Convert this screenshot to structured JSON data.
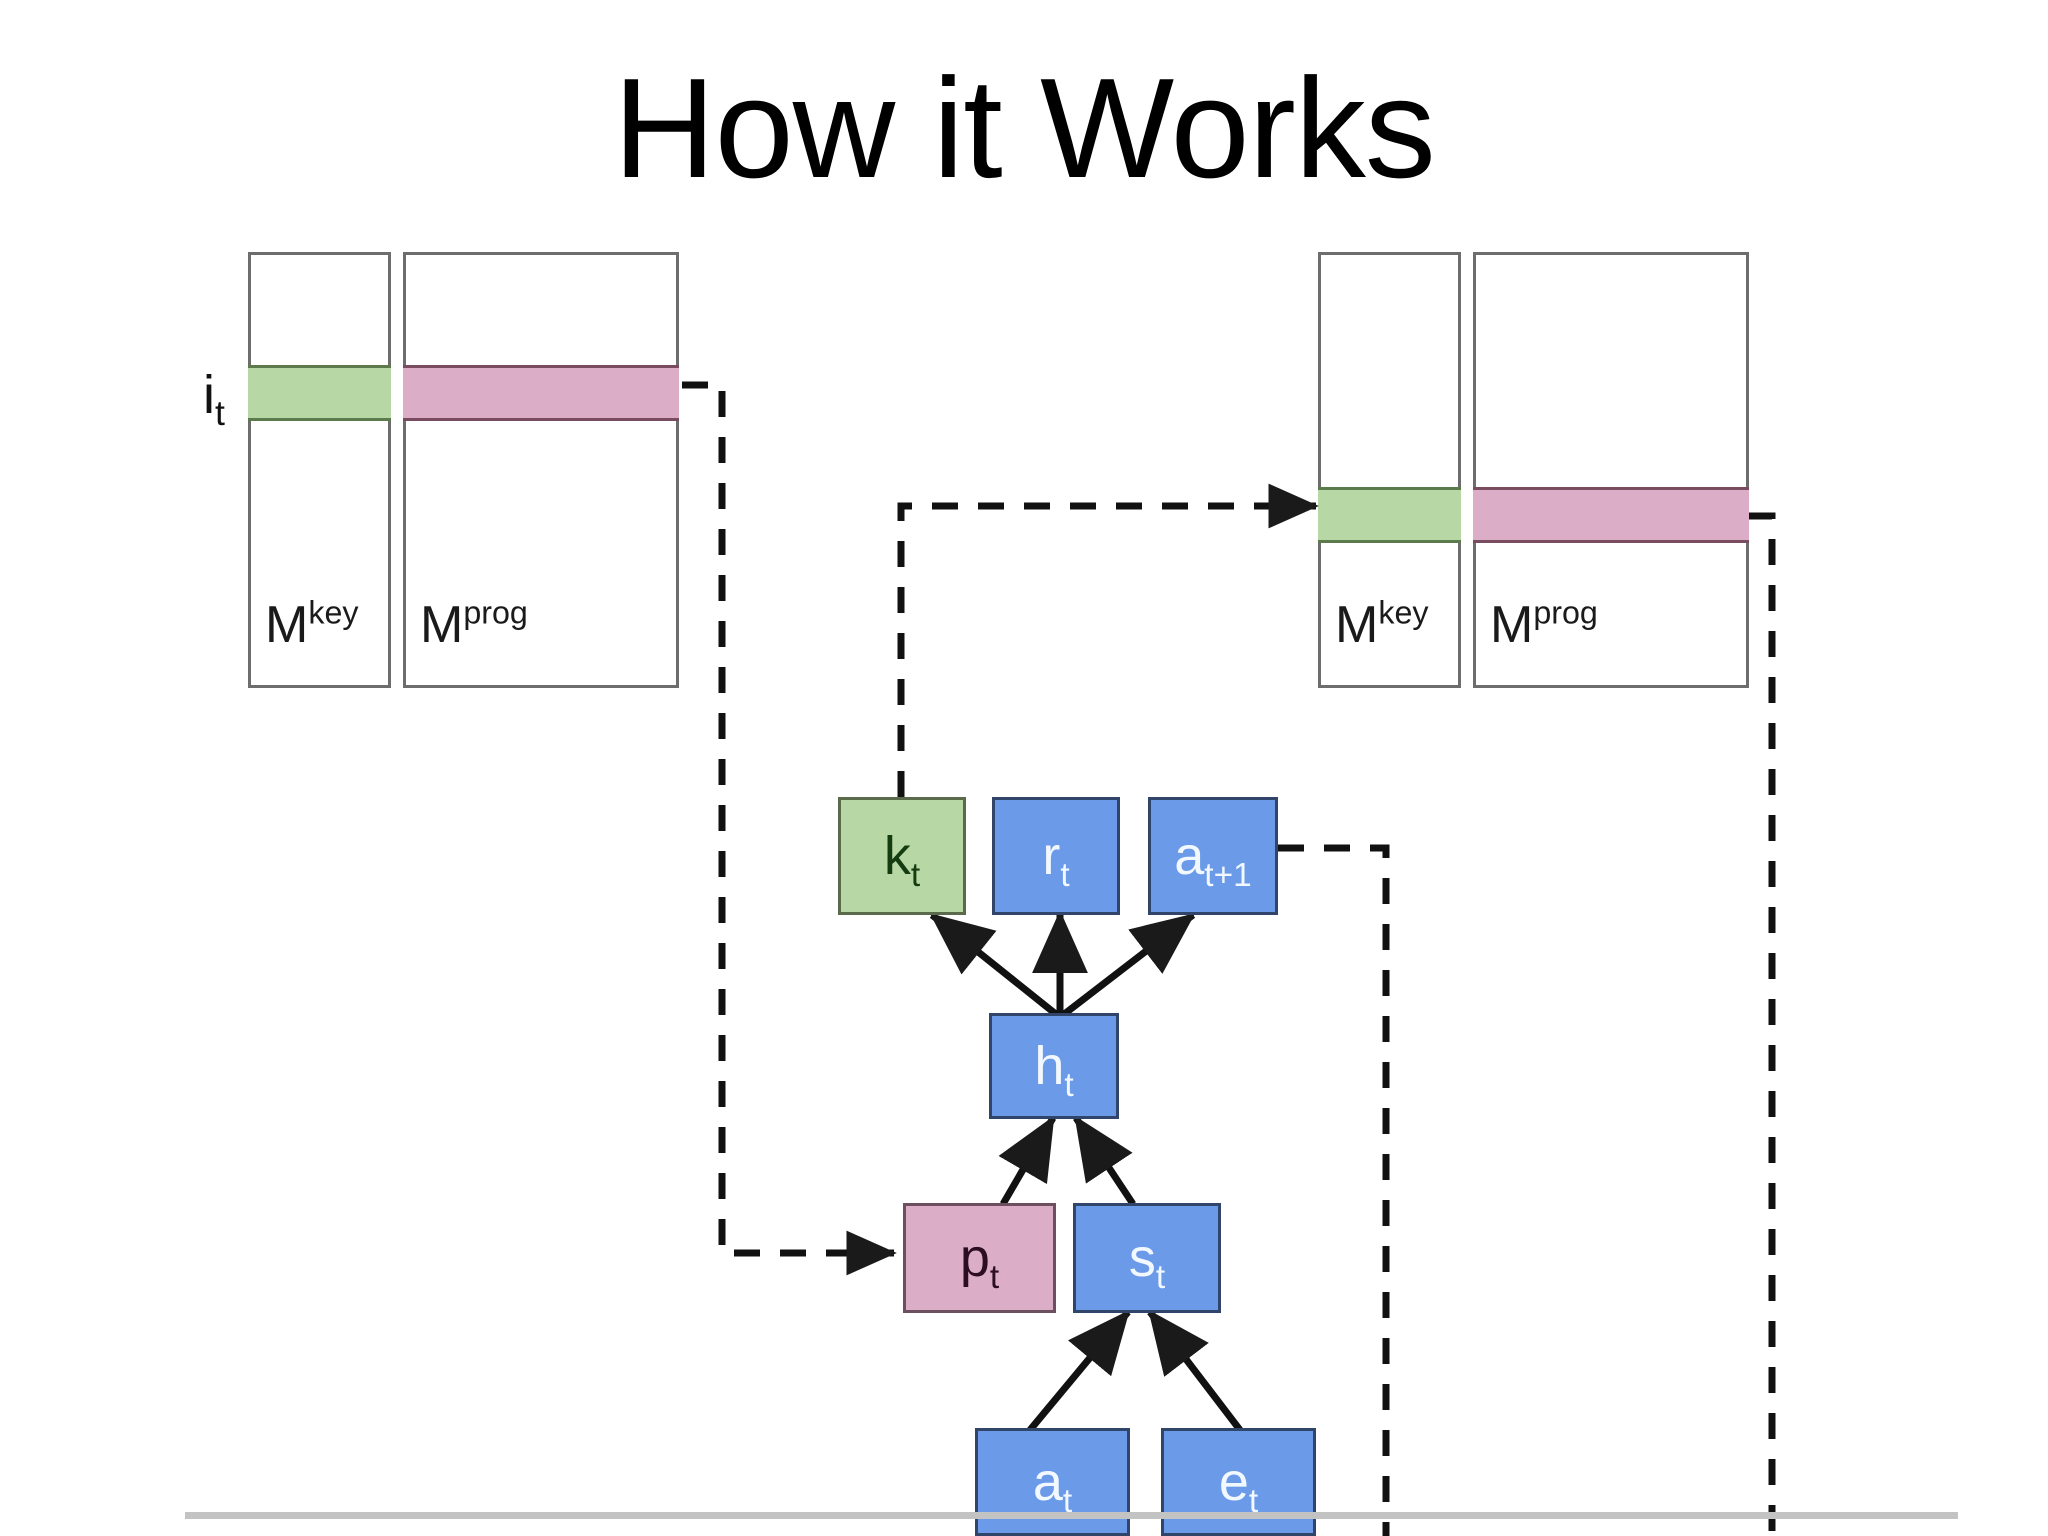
{
  "slide": {
    "title": "How it Works",
    "background_color": "#ffffff"
  },
  "colors": {
    "green_fill": "#b7d7a4",
    "green_stroke": "#5d7a4c",
    "pink_fill": "#dcadc6",
    "pink_stroke": "#7a4c60",
    "blue_fill": "#6b9ae8",
    "blue_stroke": "#31456b",
    "memory_border": "#6d6d6d",
    "arrow": "#1a1a1a",
    "baseline_rule": "#c3c3c3"
  },
  "memory_left": {
    "index_label": "i",
    "index_subscript": "t",
    "key_label": "M",
    "key_superscript": "key",
    "prog_label": "M",
    "prog_superscript": "prog",
    "key_band_color": "green",
    "prog_band_color": "pink"
  },
  "memory_right": {
    "key_label": "M",
    "key_superscript": "key",
    "prog_label": "M",
    "prog_superscript": "prog",
    "key_band_color": "green",
    "prog_band_color": "pink"
  },
  "nodes": [
    {
      "id": "k",
      "label": "k",
      "subscript": "t",
      "color": "green"
    },
    {
      "id": "r",
      "label": "r",
      "subscript": "t",
      "color": "blue"
    },
    {
      "id": "a1",
      "label": "a",
      "subscript": "t+1",
      "color": "blue"
    },
    {
      "id": "h",
      "label": "h",
      "subscript": "t",
      "color": "blue"
    },
    {
      "id": "p",
      "label": "p",
      "subscript": "t",
      "color": "pink"
    },
    {
      "id": "s",
      "label": "s",
      "subscript": "t",
      "color": "blue"
    },
    {
      "id": "a",
      "label": "a",
      "subscript": "t",
      "color": "blue"
    },
    {
      "id": "e",
      "label": "e",
      "subscript": "t",
      "color": "blue"
    }
  ],
  "edges_solid": [
    {
      "from": "h",
      "to": "k"
    },
    {
      "from": "h",
      "to": "r"
    },
    {
      "from": "h",
      "to": "a1"
    },
    {
      "from": "p",
      "to": "h"
    },
    {
      "from": "s",
      "to": "h"
    },
    {
      "from": "a",
      "to": "s"
    },
    {
      "from": "e",
      "to": "s"
    }
  ],
  "edges_dashed": [
    {
      "from": "memory_left_prog_band",
      "to": "p",
      "arrow": true
    },
    {
      "from": "k",
      "to": "memory_right_key_band",
      "arrow": true
    },
    {
      "from": "a1",
      "to": "offscreen_bottom",
      "arrow": false
    },
    {
      "from": "memory_right_prog_band",
      "to": "offscreen_bottom",
      "arrow": false
    }
  ]
}
